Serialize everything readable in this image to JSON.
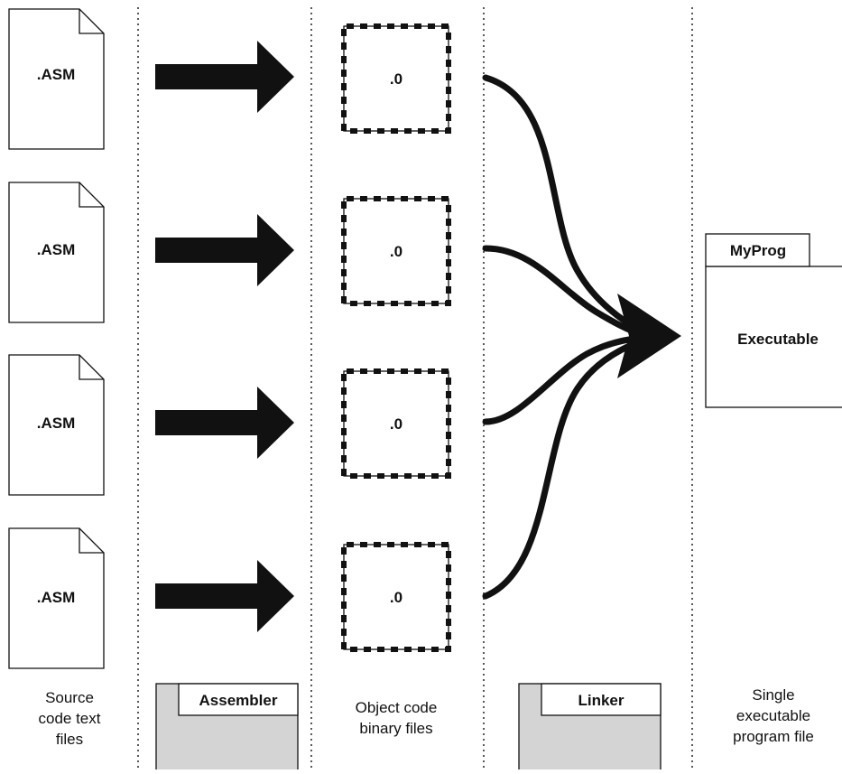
{
  "source_files": [
    {
      "label": ".ASM"
    },
    {
      "label": ".ASM"
    },
    {
      "label": ".ASM"
    },
    {
      "label": ".ASM"
    }
  ],
  "object_files": [
    {
      "label": ".0"
    },
    {
      "label": ".0"
    },
    {
      "label": ".0"
    },
    {
      "label": ".0"
    }
  ],
  "executable": {
    "tab": "MyProg",
    "label": "Executable"
  },
  "tools": {
    "assembler": "Assembler",
    "linker": "Linker"
  },
  "captions": {
    "source": [
      "Source",
      "code text",
      "files"
    ],
    "object": [
      "Object code",
      "binary files"
    ],
    "program": [
      "Single",
      "executable",
      "program file"
    ]
  },
  "colors": {
    "ink": "#111111",
    "tool_fill": "#d4d4d4",
    "paper": "#ffffff"
  }
}
